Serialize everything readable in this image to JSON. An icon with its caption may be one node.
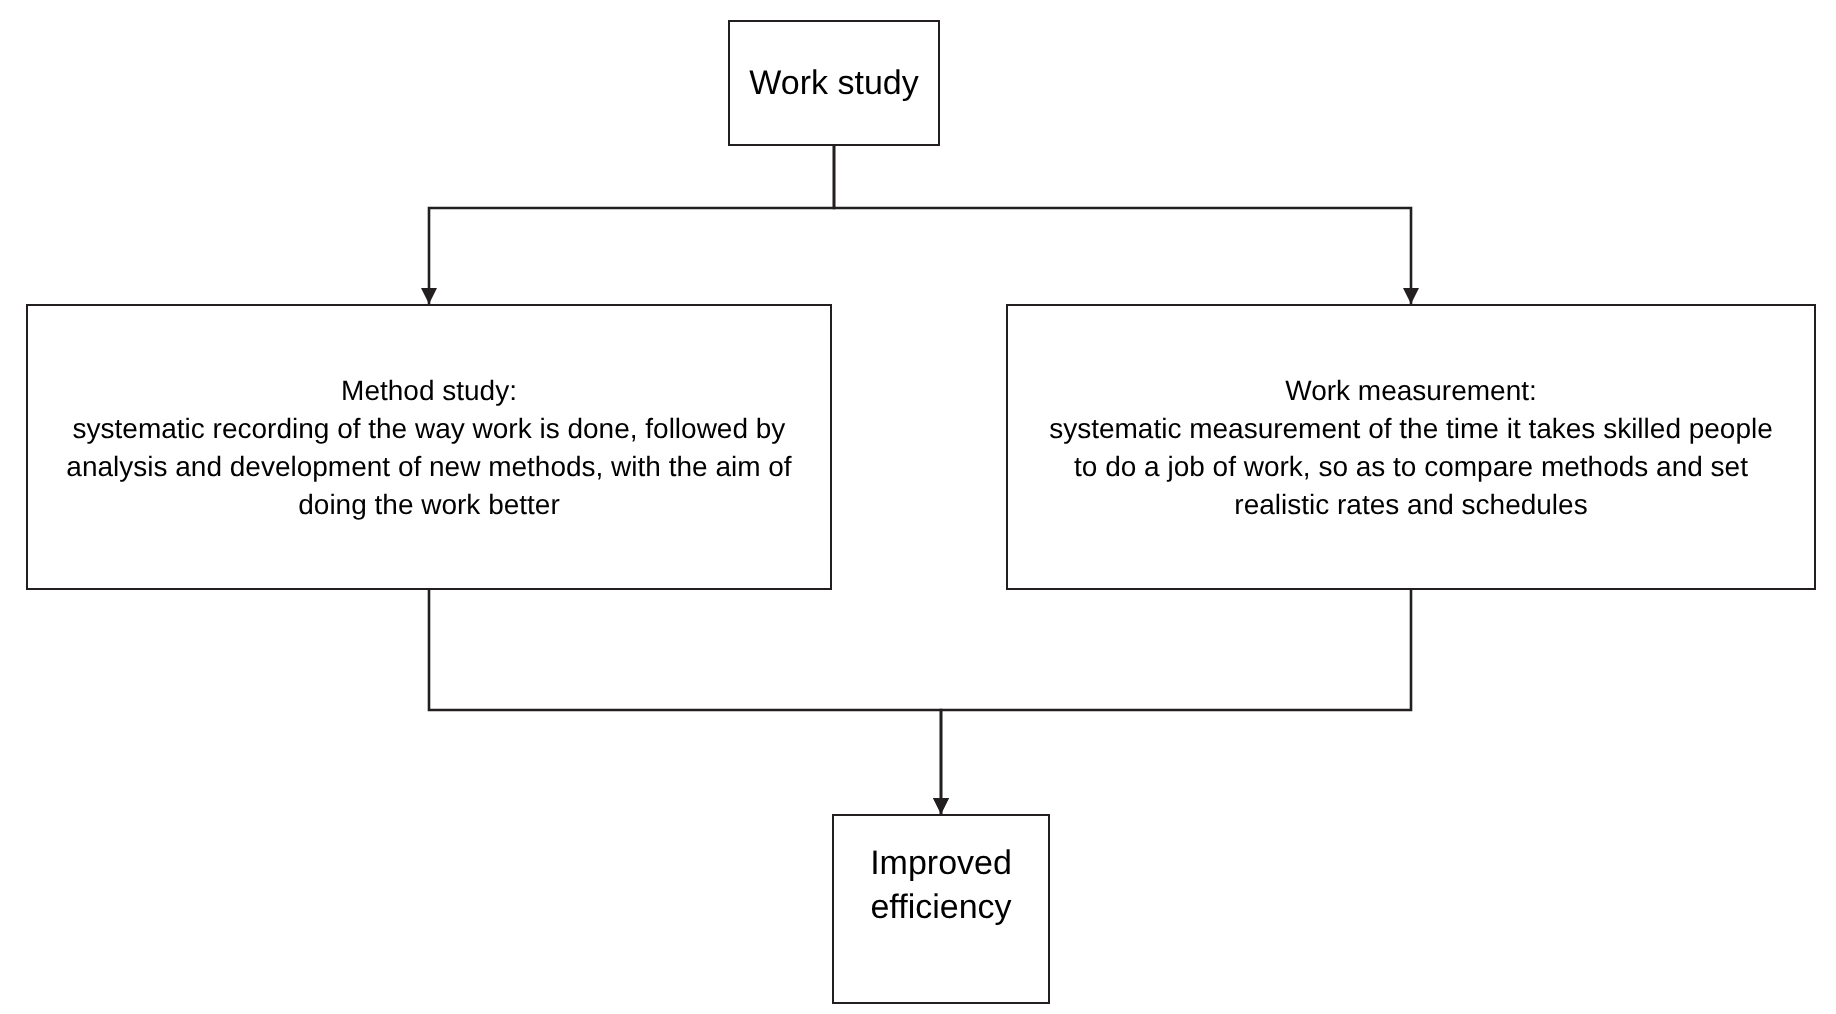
{
  "diagram": {
    "nodes": [
      {
        "text": [
          "Work study"
        ]
      },
      {
        "text": [
          "Method study:",
          "systematic recording of the way work is done, followed by analysis and development of new methods, with the aim of doing the work better"
        ]
      },
      {
        "text": [
          "Work measurement:",
          "systematic measurement of the time it takes skilled people to do a job of work, so as to compare methods and set realistic rates and schedules"
        ]
      },
      {
        "text": [
          "Improved efficiency"
        ]
      }
    ],
    "edges": [
      {
        "from": 0,
        "to": 1,
        "arrow": "to"
      },
      {
        "from": 0,
        "to": 2,
        "arrow": "to"
      },
      {
        "from": 1,
        "to": 3,
        "arrow": "to"
      },
      {
        "from": 2,
        "to": 3,
        "arrow": "to"
      }
    ]
  }
}
